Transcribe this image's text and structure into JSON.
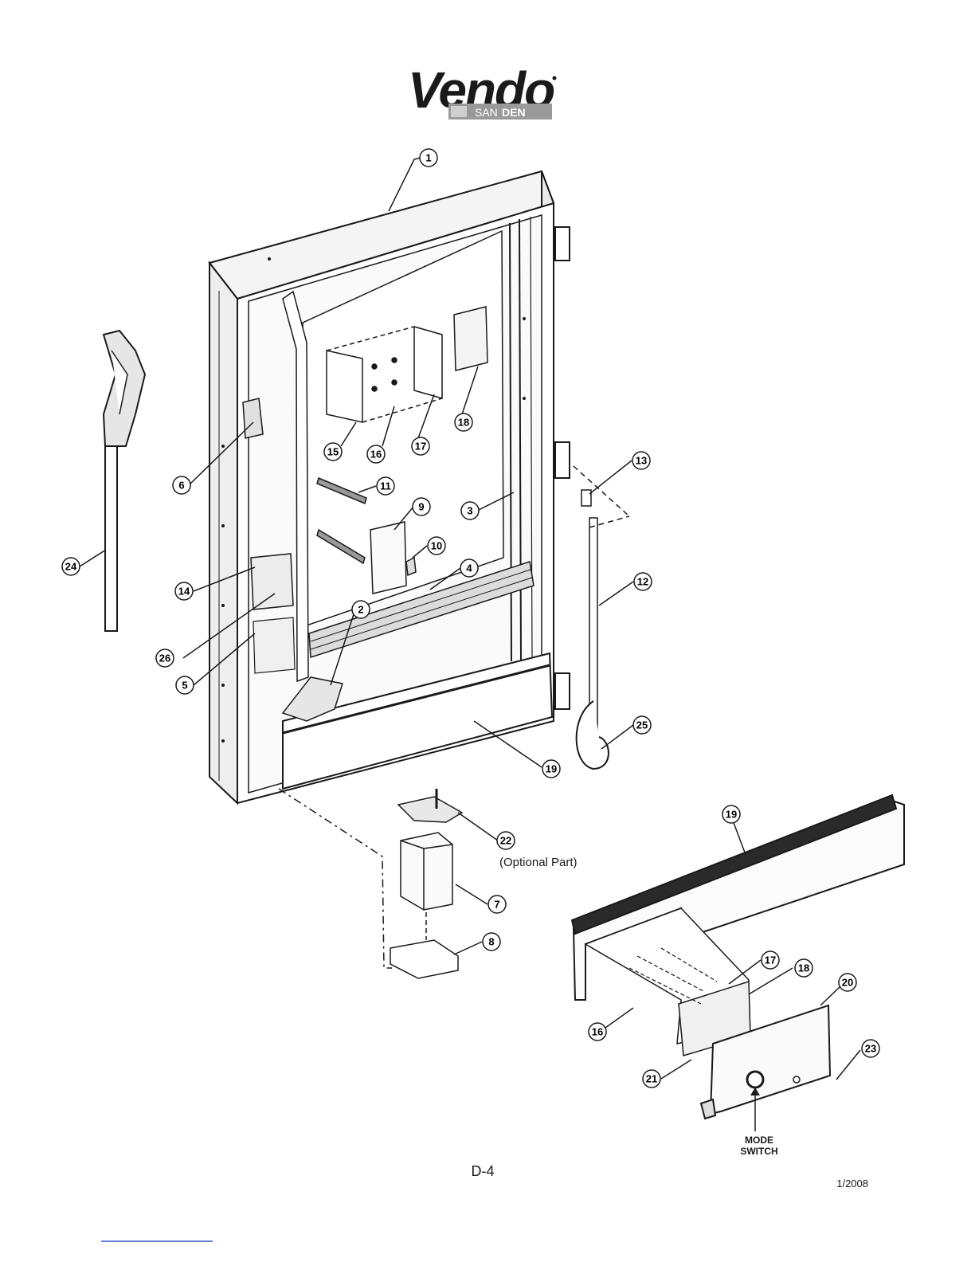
{
  "brand": {
    "name": "Vendo",
    "sub_left": "SAN",
    "sub_right": "DEN",
    "colors": {
      "mark": "#1a1a1a",
      "bar": "#9a9a9a",
      "bar_light": "#ffffff"
    }
  },
  "callouts": [
    "1",
    "2",
    "3",
    "4",
    "5",
    "6",
    "7",
    "8",
    "9",
    "10",
    "11",
    "12",
    "13",
    "14",
    "15",
    "16",
    "17",
    "18",
    "19",
    "20",
    "21",
    "22",
    "23",
    "24",
    "25",
    "26"
  ],
  "labels": {
    "optional_part": "(Optional Part)",
    "mode": "MODE",
    "switch": "SWITCH"
  },
  "footer": {
    "page": "D-4",
    "date": "1/2008"
  },
  "colors": {
    "line": "#1a1a1a",
    "fill_light": "#f2f2f2",
    "fill_mid": "#d8d8d8",
    "link": "#3355cc"
  }
}
